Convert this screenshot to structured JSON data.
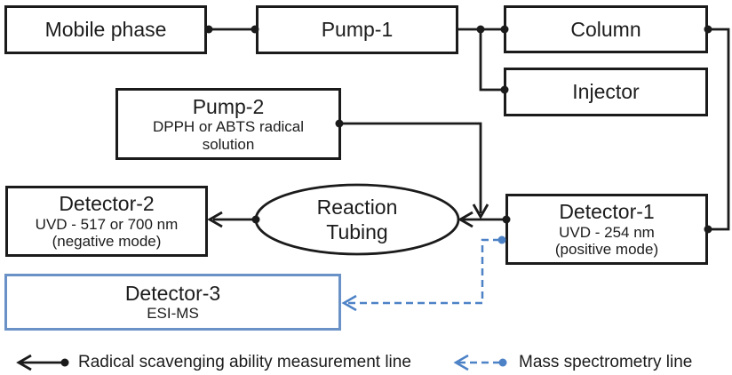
{
  "colors": {
    "line_black": "#1b1b1b",
    "line_blue": "#4d82c6",
    "detector3_border": "#6b92c7"
  },
  "nodes": {
    "mobile_phase": {
      "title": "Mobile phase"
    },
    "pump_1": {
      "title": "Pump-1"
    },
    "column": {
      "title": "Column"
    },
    "injector": {
      "title": "Injector"
    },
    "pump_2": {
      "title": "Pump-2",
      "subtitle_1": "DPPH or ABTS radical",
      "subtitle_2": "solution"
    },
    "reaction_tubing": {
      "line_1": "Reaction",
      "line_2": "Tubing"
    },
    "detector_2": {
      "title": "Detector-2",
      "subtitle_1": "UVD - 517 or 700 nm",
      "subtitle_2": "(negative mode)"
    },
    "detector_1": {
      "title": "Detector-1",
      "subtitle_1": "UVD - 254 nm",
      "subtitle_2": "(positive mode)"
    },
    "detector_3": {
      "title": "Detector-3",
      "subtitle_1": "ESI-MS"
    }
  },
  "legend": {
    "radical_line": "Radical scavenging ability measurement line",
    "mass_spec_line": "Mass spectrometry line"
  }
}
